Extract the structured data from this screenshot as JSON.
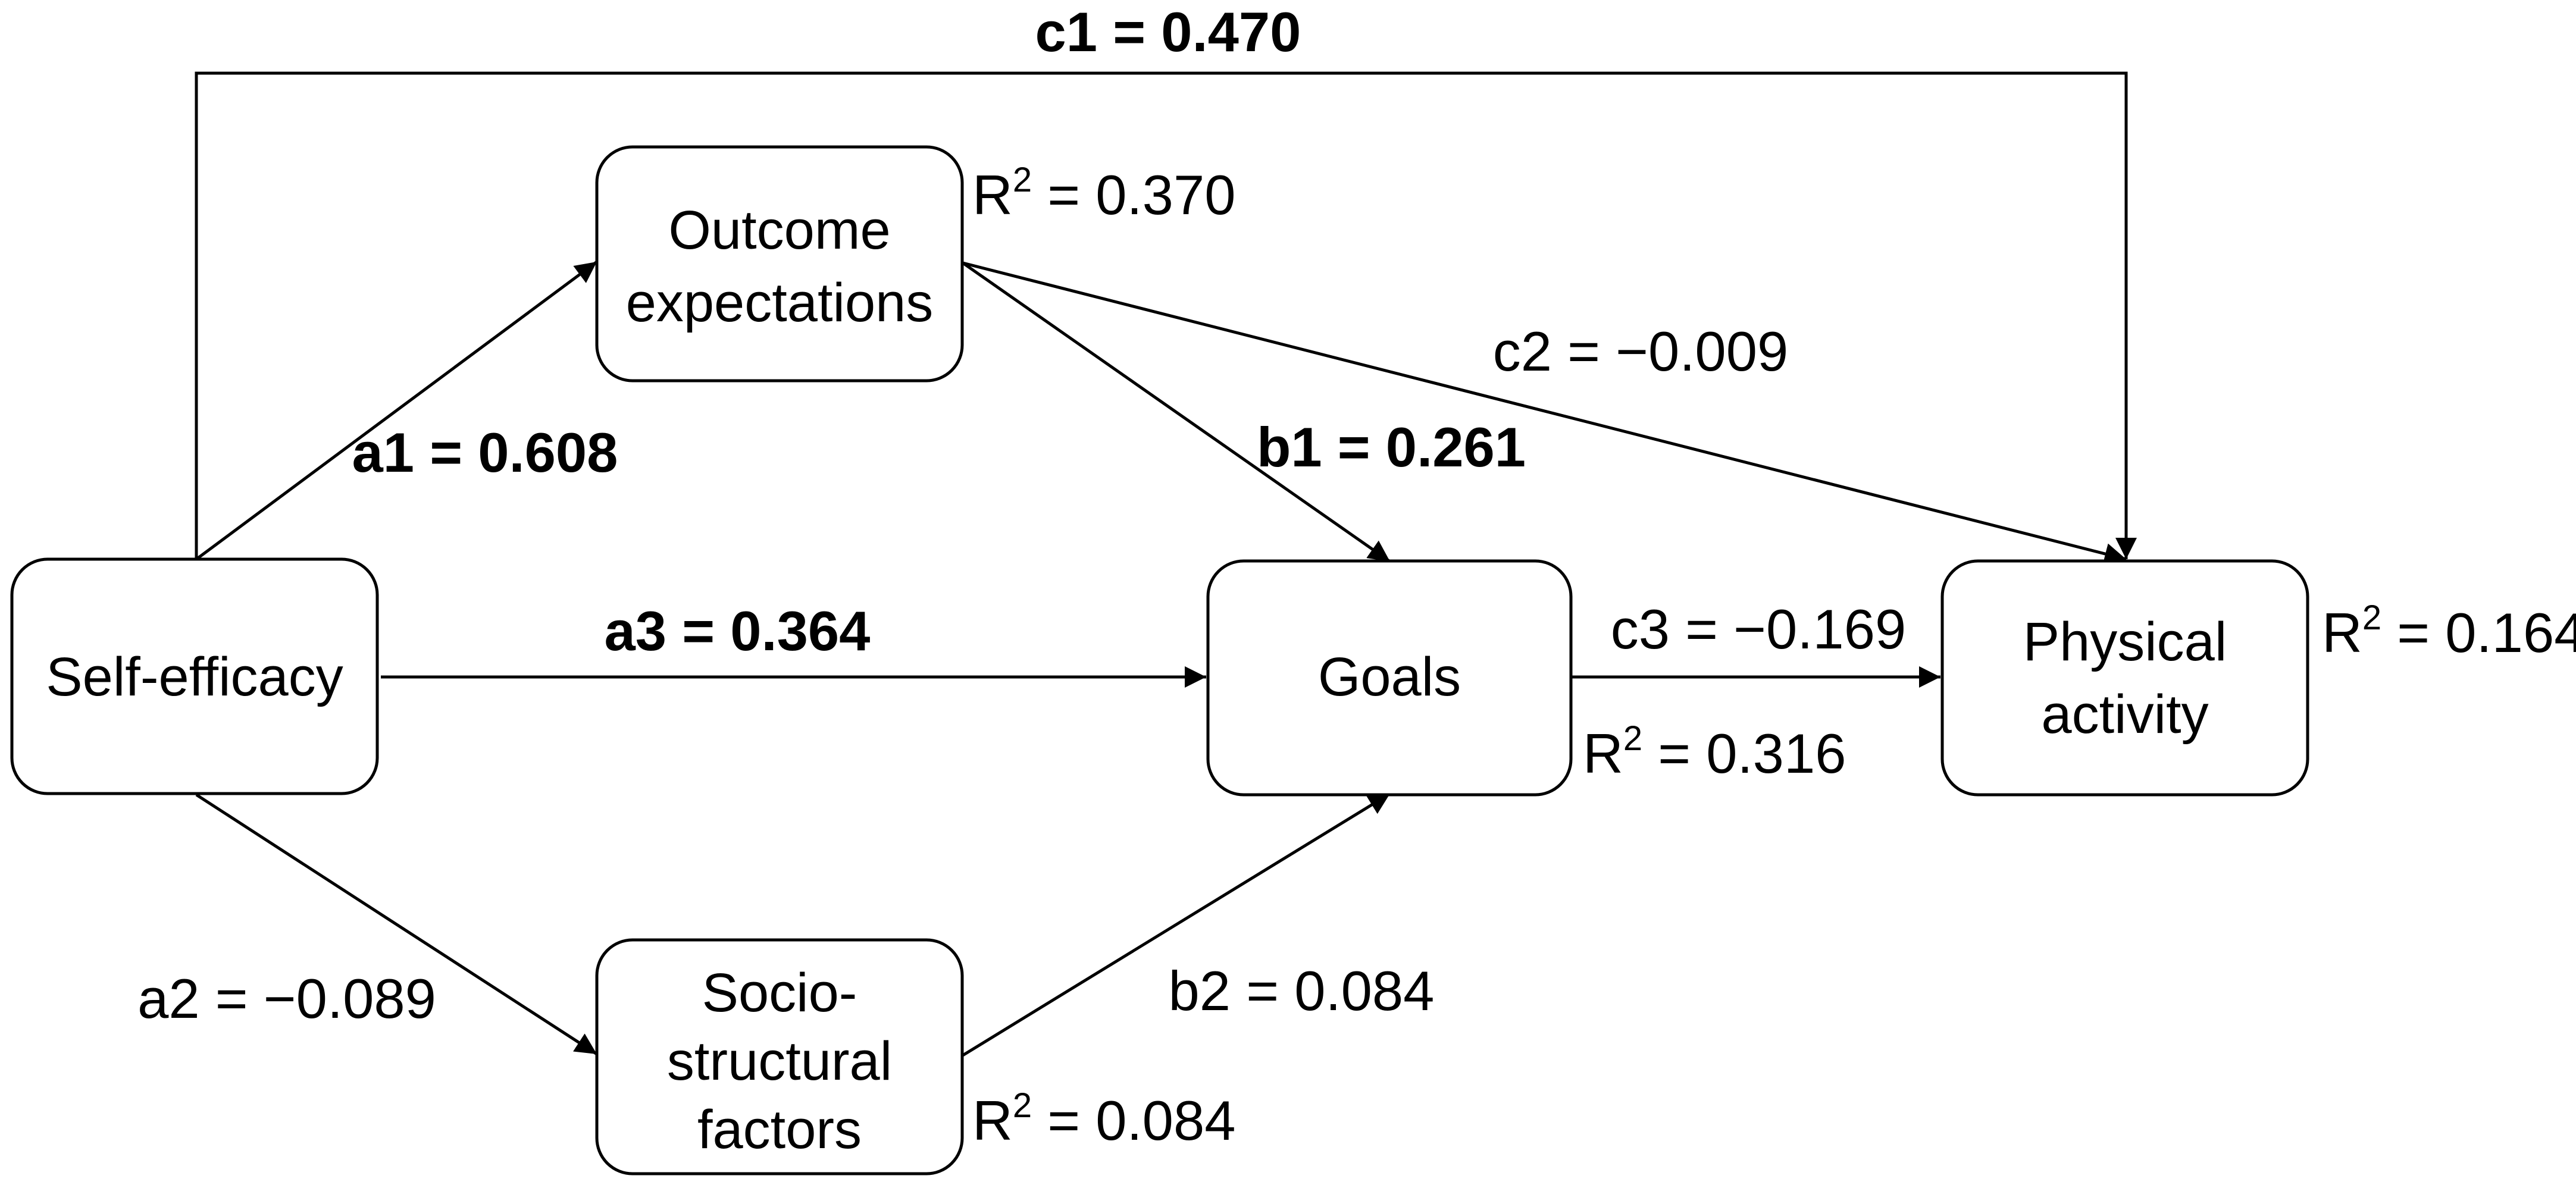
{
  "nodes": {
    "self_efficacy": {
      "lines": [
        "Self-efficacy"
      ]
    },
    "outcome_expectations": {
      "lines": [
        "Outcome",
        "expectations"
      ]
    },
    "sociostructural_factors": {
      "lines": [
        "Socio-",
        "structural",
        "factors"
      ]
    },
    "goals": {
      "lines": [
        "Goals"
      ]
    },
    "physical_activity": {
      "lines": [
        "Physical",
        "activity"
      ]
    }
  },
  "paths": {
    "a1": {
      "label": "a1 = 0.608",
      "significant": true
    },
    "a2": {
      "label": "a2 = −0.089",
      "significant": false
    },
    "a3": {
      "label": "a3 = 0.364",
      "significant": true
    },
    "b1": {
      "label": "b1 = 0.261",
      "significant": true
    },
    "b2": {
      "label": "b2 = 0.084",
      "significant": false
    },
    "c1": {
      "label": "c1 = 0.470",
      "significant": true
    },
    "c2": {
      "label": "c2 =  −0.009",
      "significant": false
    },
    "c3": {
      "label": "c3 = −0.169",
      "significant": false
    }
  },
  "r_squared": {
    "symbol": "R",
    "exponent": "2",
    "outcome_expectations": " = 0.370",
    "goals": " = 0.316",
    "sociostructural_factors": " = 0.084",
    "physical_activity": " = 0.164"
  }
}
